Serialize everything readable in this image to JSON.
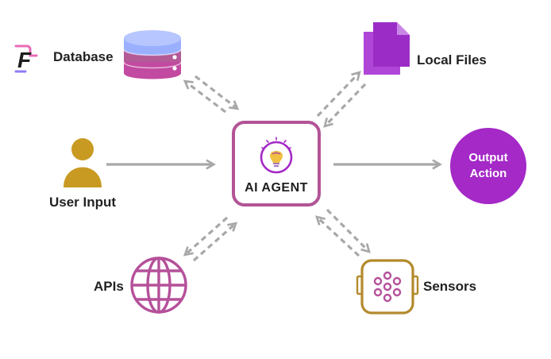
{
  "colors": {
    "arrow": "#a8a8a8",
    "agent_border": "#b25496",
    "purple": "#a429c7",
    "magenta": "#b5509a",
    "gold": "#c99a22",
    "database_top": "#9fb3ff",
    "database_mid": "#b35a97",
    "database_bottom": "#c24aa0"
  },
  "logo": {
    "letter": "F"
  },
  "nodes": {
    "database": {
      "label": "Database",
      "icon": "database-icon"
    },
    "local_files": {
      "label": "Local Files",
      "icon": "files-icon"
    },
    "user_input": {
      "label": "User Input",
      "icon": "user-icon"
    },
    "agent": {
      "label": "AI AGENT",
      "icon": "brain-bulb-icon"
    },
    "output": {
      "line1": "Output",
      "line2": "Action"
    },
    "apis": {
      "label": "APIs",
      "icon": "globe-icon"
    },
    "sensors": {
      "label": "Sensors",
      "icon": "sensor-icon"
    }
  }
}
